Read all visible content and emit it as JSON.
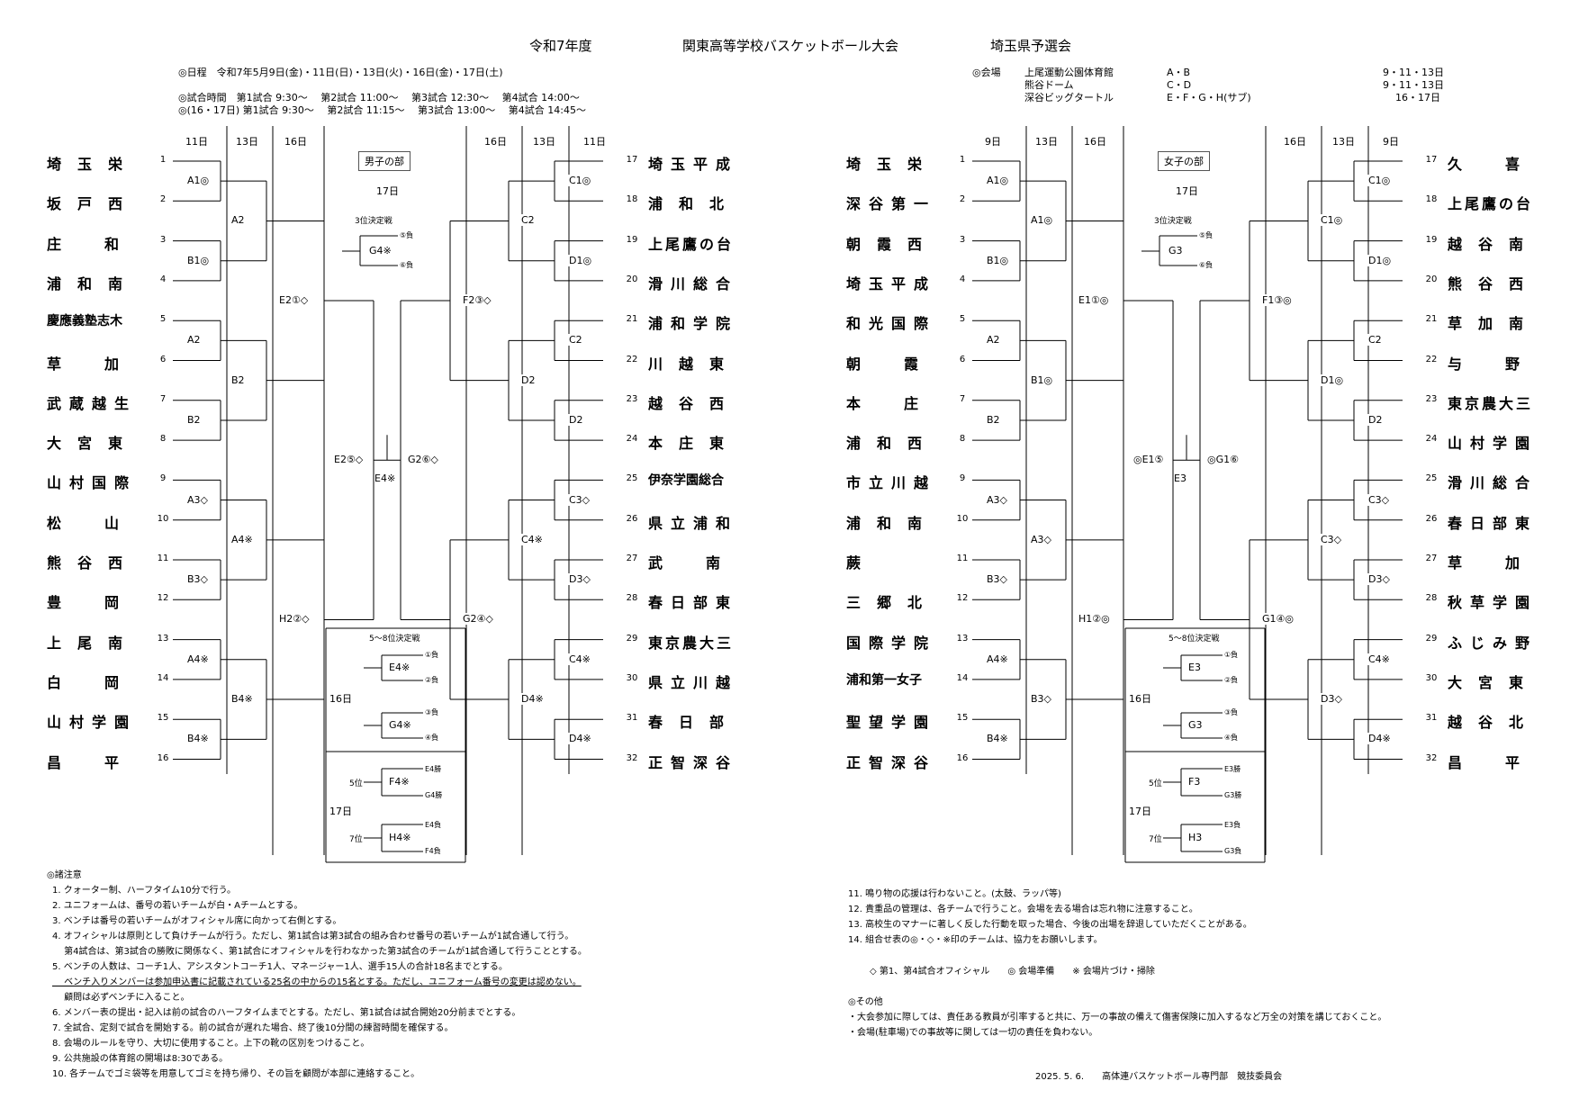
{
  "header": {
    "year": "令和7年度",
    "title": "関東高等学校バスケットボール大会",
    "subtitle": "埼玉県予選会"
  },
  "schedule": {
    "line1": "◎日程　令和7年5月9日(金)・11日(日)・13日(火)・16日(金)・17日(土)",
    "line2": "◎試合時間　第1試合 9:30～　 第2試合 11:00～　 第3試合 12:30～　 第4試合 14:00～",
    "line3": "◎(16・17日) 第1試合 9:30～　 第2試合 11:15～　 第3試合 13:00～　 第4試合 14:45～"
  },
  "venues": {
    "label": "◎会場",
    "rows": [
      {
        "name": "上尾運動公園体育館",
        "courts": "A・B",
        "days": "9・11・13日"
      },
      {
        "name": "熊谷ドーム",
        "courts": "C・D",
        "days": "9・11・13日"
      },
      {
        "name": "深谷ビッグタートル",
        "courts": "E・F・G・H(サブ)",
        "days": "16・17日"
      }
    ]
  },
  "boys": {
    "section": "男子の部",
    "final_day": "17日",
    "days_left": [
      "11日",
      "13日",
      "16日"
    ],
    "days_right": [
      "16日",
      "13日",
      "11日"
    ],
    "left_teams": [
      "埼玉栄",
      "坂戸西",
      "庄和",
      "浦和南",
      "慶應義塾志木",
      "草加",
      "武蔵越生",
      "大宮東",
      "山村国際",
      "松山",
      "熊谷西",
      "豊岡",
      "上尾南",
      "白岡",
      "山村学園",
      "昌平"
    ],
    "right_teams": [
      "埼玉平成",
      "浦和北",
      "上尾鷹の台",
      "滑川総合",
      "浦和学院",
      "川越東",
      "越谷西",
      "本庄東",
      "伊奈学園総合",
      "県立浦和",
      "武南",
      "春日部東",
      "東京農大三",
      "県立川越",
      "春日部",
      "正智深谷"
    ],
    "left_r1": [
      "A1◎",
      "A2",
      "B2",
      "A3◇",
      "B3◇",
      "A4※",
      "B4※",
      "B1◎"
    ],
    "left_r2": [
      "A2",
      "B2",
      "A4※",
      "B4※"
    ],
    "left_r3": [
      "E2①◇",
      "H2②◇"
    ],
    "left_r4": "E2⑤◇",
    "right_r1": [
      "C1◎",
      "D1◎",
      "C2",
      "D2",
      "C3◇",
      "D3◇",
      "C4※",
      "D4※"
    ],
    "right_r2": [
      "C2",
      "D2",
      "C4※",
      "D4※"
    ],
    "right_r3": [
      "F2③◇",
      "G2④◇"
    ],
    "right_r4": "G2⑥◇",
    "final_game": "E4※",
    "third_label": "3位決定戦",
    "third_game": "G4※",
    "third_in1": "⑤負",
    "third_in2": "⑥負",
    "p58_label": "5～8位決定戦",
    "p58_day": "16日",
    "p58_games": [
      {
        "game": "E4※",
        "in1": "①負",
        "in2": "②負"
      },
      {
        "game": "G4※",
        "in1": "③負",
        "in2": "④負"
      }
    ],
    "p57_day": "17日",
    "p57_games": [
      {
        "place": "5位",
        "game": "F4※",
        "in1": "E4勝",
        "in2": "G4勝"
      },
      {
        "place": "7位",
        "game": "H4※",
        "in1": "E4負",
        "in2": "F4負"
      }
    ]
  },
  "girls": {
    "section": "女子の部",
    "final_day": "17日",
    "days_left": [
      "9日",
      "13日",
      "16日"
    ],
    "days_right": [
      "16日",
      "13日",
      "9日"
    ],
    "left_teams": [
      "埼玉栄",
      "深谷第一",
      "朝霞西",
      "埼玉平成",
      "和光国際",
      "朝霞",
      "本庄",
      "浦和西",
      "市立川越",
      "浦和南",
      "蕨",
      "三郷北",
      "国際学院",
      "浦和第一女子",
      "聖望学園",
      "正智深谷"
    ],
    "right_teams": [
      "久喜",
      "上尾鷹の台",
      "越谷南",
      "熊谷西",
      "草加南",
      "与野",
      "東京農大三",
      "山村学園",
      "滑川総合",
      "春日部東",
      "草加",
      "秋草学園",
      "ふじみ野",
      "大宮東",
      "越谷北",
      "昌平"
    ],
    "left_r1": [
      "A1◎",
      "B1◎",
      "A2",
      "B2",
      "A3◇",
      "B3◇",
      "A4※",
      "B4※"
    ],
    "left_r2": [
      "A1◎",
      "B1◎",
      "A3◇",
      "B3◇"
    ],
    "left_r3": [
      "E1①◎",
      "H1②◎"
    ],
    "left_r4": "◎E1⑤",
    "right_r1": [
      "C1◎",
      "D1◎",
      "C2",
      "D2",
      "C3◇",
      "D3◇",
      "C4※",
      "D4※"
    ],
    "right_r2": [
      "C1◎",
      "D1◎",
      "C3◇",
      "D3◇"
    ],
    "right_r3": [
      "F1③◎",
      "G1④◎"
    ],
    "right_r4": "◎G1⑥",
    "final_game": "E3",
    "third_label": "3位決定戦",
    "third_game": "G3",
    "third_in1": "⑤負",
    "third_in2": "⑥負",
    "p58_label": "5～8位決定戦",
    "p58_day": "16日",
    "p58_games": [
      {
        "game": "E3",
        "in1": "①負",
        "in2": "②負"
      },
      {
        "game": "G3",
        "in1": "③負",
        "in2": "④負"
      }
    ],
    "p57_day": "17日",
    "p57_games": [
      {
        "place": "5位",
        "game": "F3",
        "in1": "E3勝",
        "in2": "G3勝"
      },
      {
        "place": "7位",
        "game": "H3",
        "in1": "E3負",
        "in2": "G3負"
      }
    ]
  },
  "notes": {
    "heading": "◎諸注意",
    "left": [
      "1. クォーター制、ハーフタイム10分で行う。",
      "2. ユニフォームは、番号の若いチームが白・Aチームとする。",
      "3. ベンチは番号の若いチームがオフィシャル席に向かって右側とする。",
      "4. オフィシャルは原則として負けチームが行う。ただし、第1試合は第3試合の組み合わせ番号の若いチームが1試合通して行う。",
      "　 第4試合は、第3試合の勝敗に関係なく、第1試合にオフィシャルを行わなかった第3試合のチームが1試合通して行うこととする。",
      "5. ベンチの人数は、コーチ1人、アシスタントコーチ1人、マネージャー1人、選手15人の合計18名までとする。",
      "　 ベンチ入りメンバーは参加申込書に記載されている25名の中からの15名とする。ただし、ユニフォーム番号の変更は認めない。",
      "　 顧問は必ずベンチに入ること。",
      "6. メンバー表の提出・記入は前の試合のハーフタイムまでとする。ただし、第1試合は試合開始20分前までとする。",
      "7. 全試合、定刻で試合を開始する。前の試合が遅れた場合、終了後10分間の練習時間を確保する。",
      "8. 会場のルールを守り、大切に使用すること。上下の靴の区別をつけること。",
      "9. 公共施設の体育館の開場は8:30である。",
      "10. 各チームでゴミ袋等を用意してゴミを持ち帰り、その旨を顧問が本部に連絡すること。"
    ],
    "right": [
      "11. 鳴り物の応援は行わないこと。(太鼓、ラッパ等)",
      "12. 貴重品の管理は、各チームで行うこと。会場を去る場合は忘れ物に注意すること。",
      "13. 高校生のマナーに著しく反した行動を取った場合、今後の出場を辞退していただくことがある。",
      "14. 組合せ表の◎・◇・※印のチームは、協力をお願いします。"
    ],
    "legend": "◇ 第1、第4試合オフィシャル　　◎ 会場準備　　※ 会場片づけ・掃除",
    "other_heading": "◎その他",
    "other": [
      "・大会参加に際しては、責任ある教員が引率すると共に、万一の事故の備えて傷害保険に加入するなど万全の対策を講じておくこと。",
      "・会場(駐車場)での事故等に関しては一切の責任を負わない。"
    ],
    "footer": "2025. 5. 6.　　高体連バスケットボール専門部　競技委員会"
  }
}
